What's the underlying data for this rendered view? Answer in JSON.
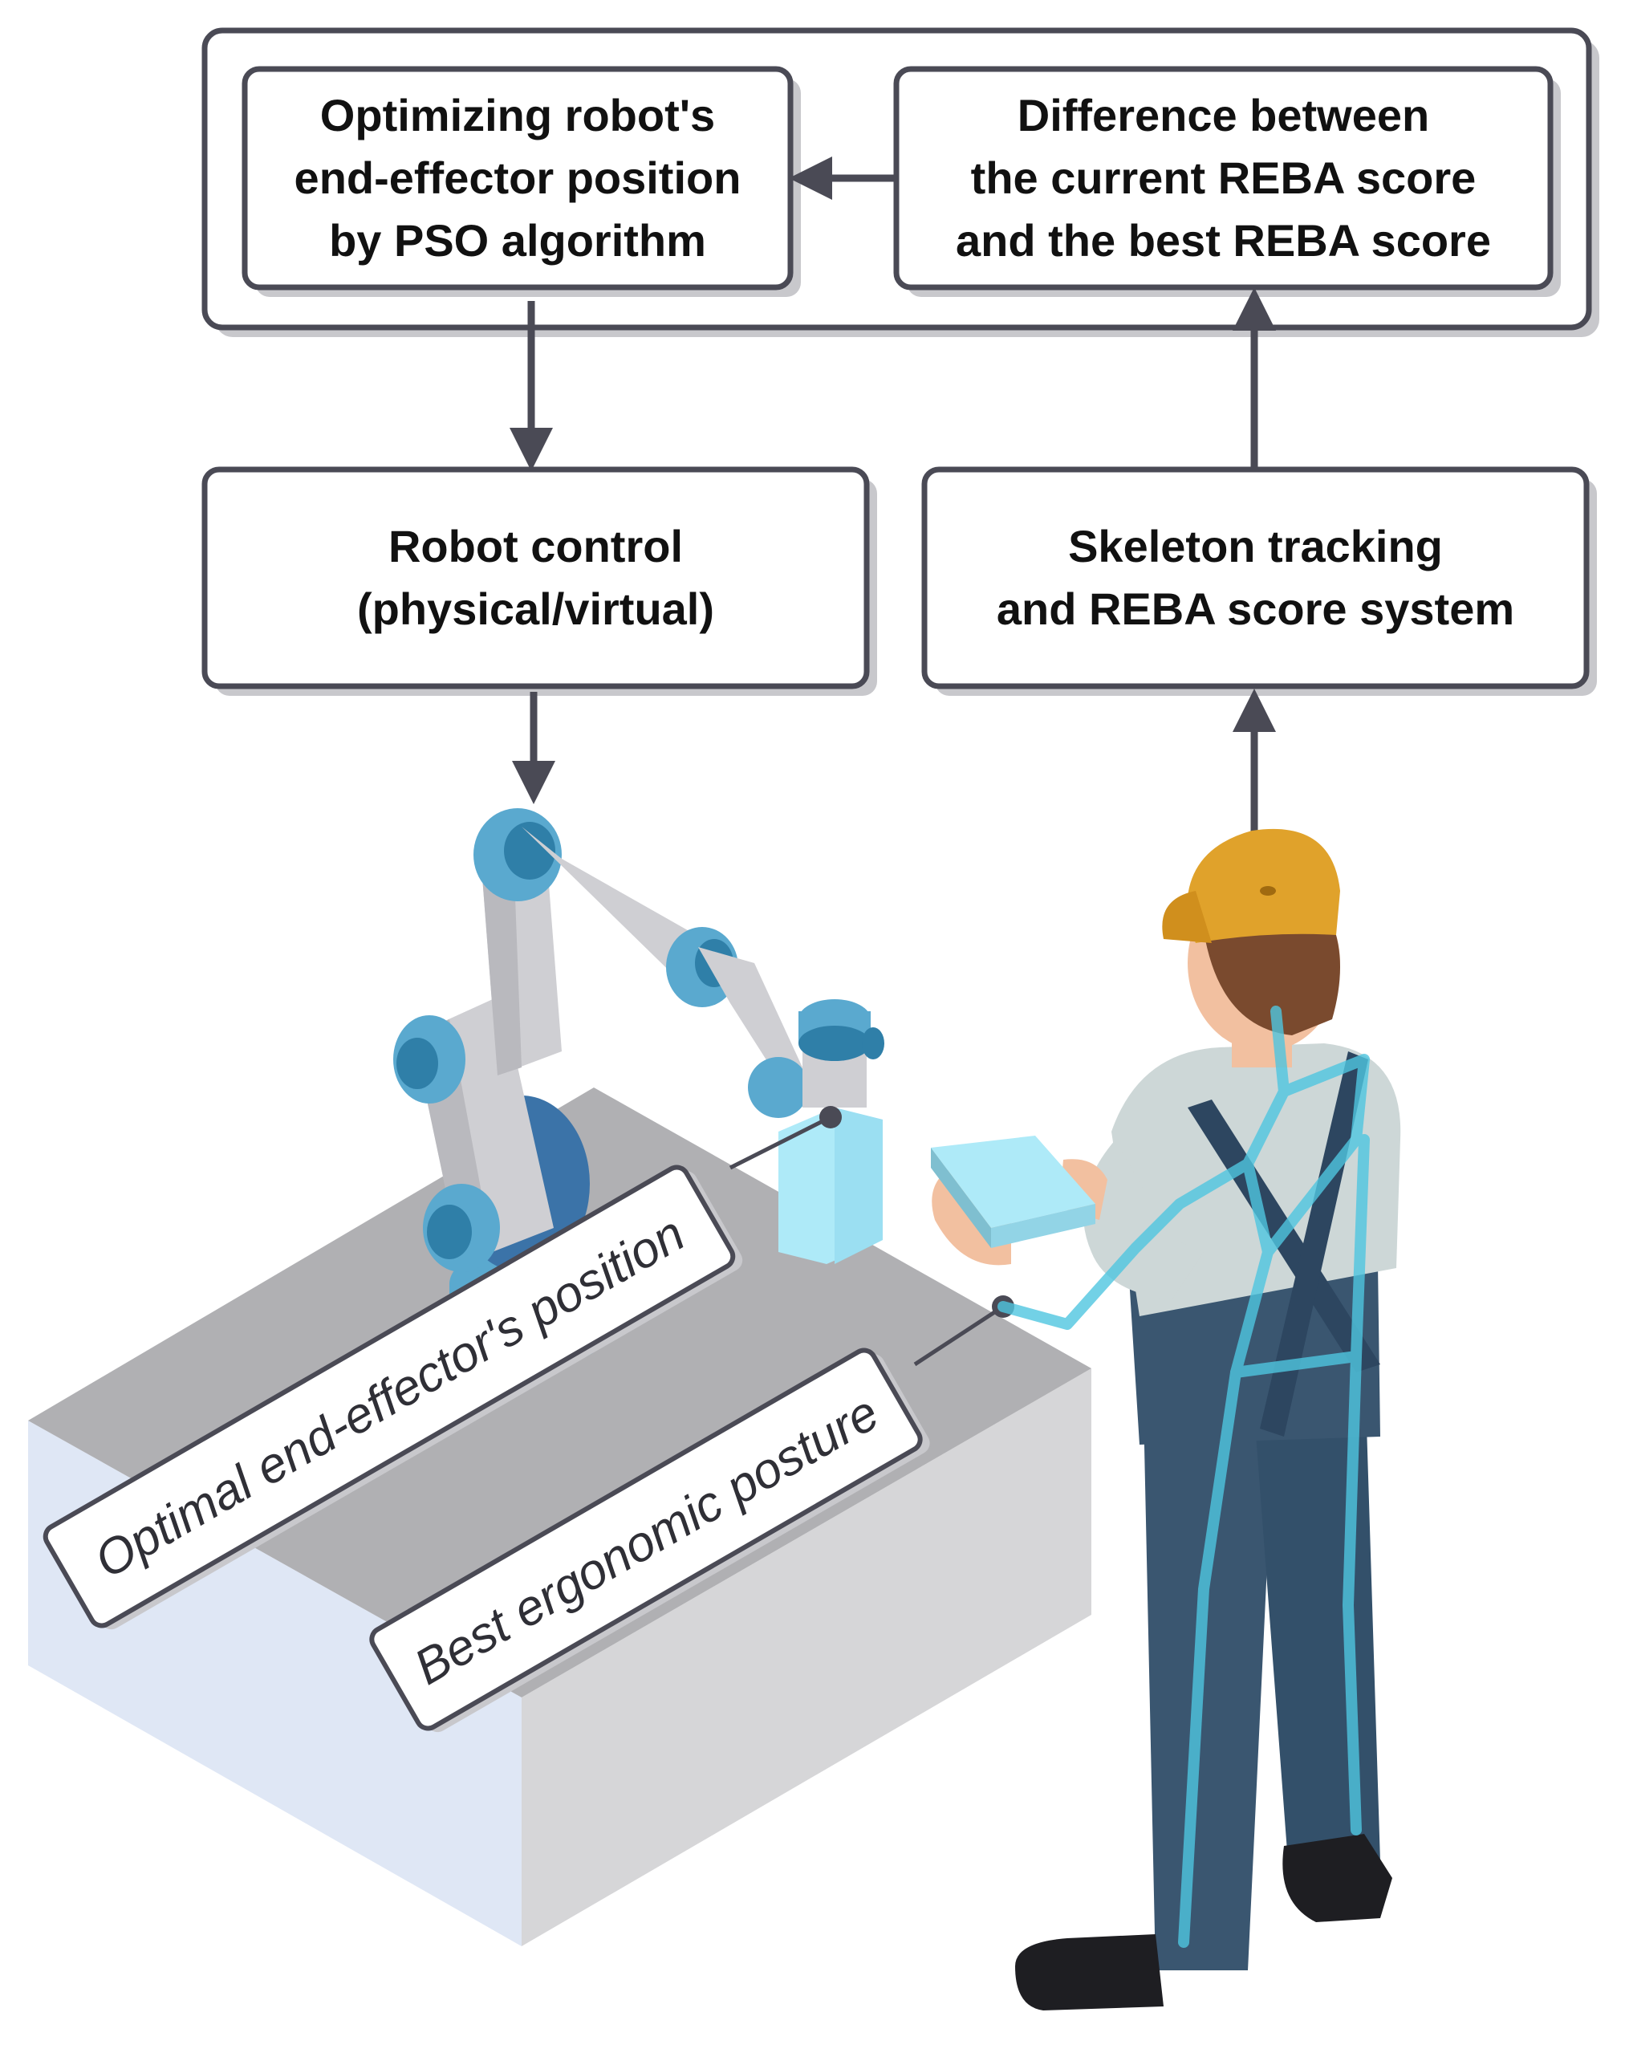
{
  "diagram": {
    "boxes": {
      "optimize": {
        "text": "Optimizing robot's\nend-effector position\nby PSO algorithm"
      },
      "difference": {
        "text": "Difference between\nthe current  REBA score\nand the best REBA score"
      },
      "robot_control": {
        "text": "Robot control\n(physical/virtual)"
      },
      "skeleton": {
        "text": "Skeleton tracking\nand REBA score system"
      }
    },
    "callouts": {
      "end_effector": "Optimal end-effector's position",
      "posture": "Best ergonomic posture"
    },
    "colors": {
      "box_border": "#4a4a55",
      "box_shadow": "#c8c8cc",
      "arrow": "#4a4a55",
      "robot_blue": "#5aa9cf",
      "robot_dark_blue": "#2f7fa8",
      "robot_gray": "#cfcfd3",
      "table_top": "#b0b0b3",
      "table_front": "#dfe7f5",
      "table_side": "#d6d6d8",
      "overalls": "#3a5670",
      "skeleton_line": "#4fc6e0",
      "cap": "#e0a22b",
      "skin": "#f2c0a0",
      "object_blue": "#aeeaf8"
    }
  }
}
